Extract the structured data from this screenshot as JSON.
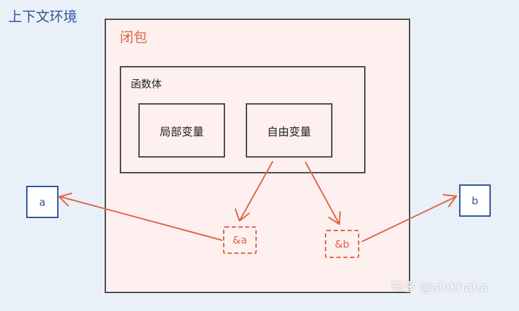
{
  "context": {
    "title": "上下文环境"
  },
  "closure": {
    "title": "闭包"
  },
  "function_body": {
    "title": "函数体",
    "local_vars": "局部变量",
    "free_vars": "自由变量"
  },
  "references": {
    "ref_a": "&a",
    "ref_b": "&b"
  },
  "outer_vars": {
    "a": "a",
    "b": "b"
  },
  "watermark": "知乎 @sinkhaha",
  "colors": {
    "background": "#eaf0f8",
    "context_text": "#2f5597",
    "closure_fill": "#fdf0ef",
    "accent": "#e06446",
    "border": "#4a4a4a"
  }
}
